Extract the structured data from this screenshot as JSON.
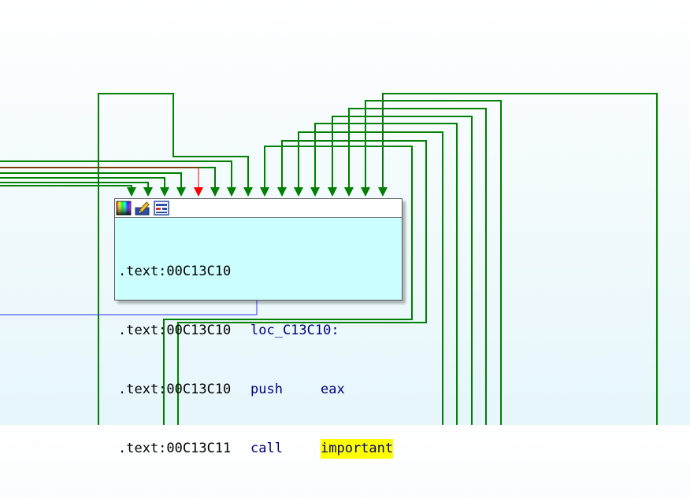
{
  "colors": {
    "edge_green": "#008000",
    "edge_red": "#ff0000",
    "edge_blue": "#3333ff",
    "edge_pink": "#e08080",
    "node_bg": "#ccffff",
    "highlight": "#ffff00"
  },
  "node": {
    "toolbar_icons": [
      "palette-icon",
      "rename-pencil-icon",
      "graph-view-icon"
    ],
    "lines": [
      {
        "addr": ".text:00C13C10",
        "text": ""
      },
      {
        "addr": ".text:00C13C10",
        "text": "loc_C13C10:"
      },
      {
        "addr": ".text:00C13C10",
        "mnemonic": "push",
        "operand": "eax"
      },
      {
        "addr": ".text:00C13C11",
        "mnemonic": "call",
        "operand": "important"
      }
    ]
  }
}
